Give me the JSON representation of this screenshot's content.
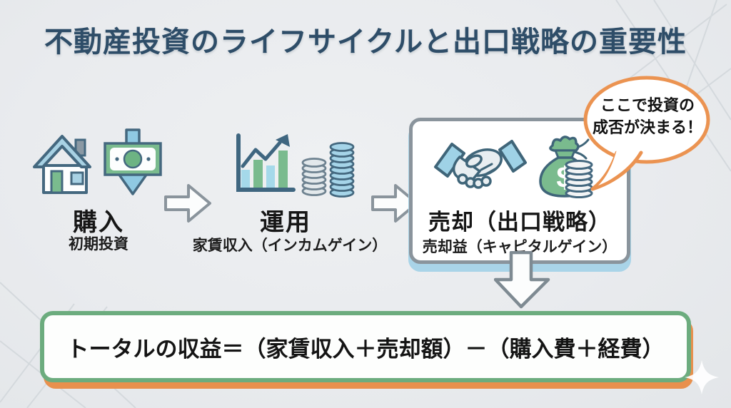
{
  "title": "不動産投資のライフサイクルと出口戦略の重要性",
  "stages": [
    {
      "label": "購入",
      "sublabel": "初期投資",
      "icons": [
        "house-icon",
        "money-down-payment-icon"
      ]
    },
    {
      "label": "運用",
      "sublabel": "家賃収入（インカムゲイン）",
      "icons": [
        "growth-chart-icon",
        "coin-stacks-icon"
      ]
    },
    {
      "label": "売却（出口戦略）",
      "sublabel": "売却益（キャピタルゲイン）",
      "icons": [
        "handshake-icon",
        "money-bag-icon"
      ]
    }
  ],
  "callout": {
    "line1": "ここで投資の",
    "line2": "成否が決まる！"
  },
  "formula": "トータルの収益＝（家賃収入＋売却額）－（購入費＋経費）",
  "colors": {
    "background": "#e9ebee",
    "title_navy": "#2e4d68",
    "body_text": "#161616",
    "arrow_gray": "#8a949c",
    "sale_box_shadow_blue": "#a9d4e8",
    "callout_orange": "#eb9351",
    "formula_border_green": "#6cac7e",
    "formula_shadow_orange": "#e8904d",
    "icon_green": "#7abb8e",
    "icon_light_blue": "#9fd2e6",
    "icon_outline_slate": "#3f6579"
  }
}
